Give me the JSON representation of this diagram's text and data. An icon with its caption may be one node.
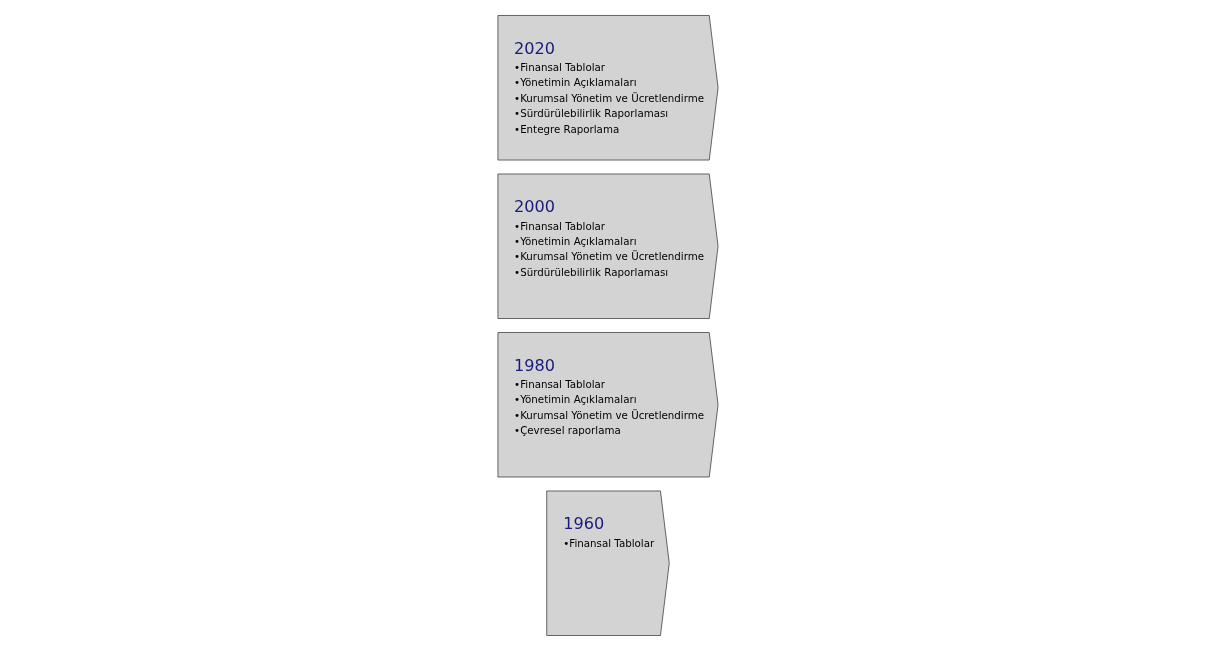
{
  "diagram": {
    "nodes": [
      {
        "text": [
          "1960",
          "•Finansal Tablolar"
        ]
      },
      {
        "text": [
          "1980",
          "•Finansal Tablolar",
          "•Yönetimin Açıklamaları",
          "•Kurumsal Yönetim ve Ücretlendirme",
          "•Çevresel raporlama"
        ]
      },
      {
        "text": [
          "2000",
          "•Finansal Tablolar",
          "•Yönetimin Açıklamaları",
          "•Kurumsal Yönetim ve Ücretlendirme",
          "•Sürdürülebilirlik Raporlaması"
        ]
      },
      {
        "text": [
          "2020",
          "•Finansal Tablolar",
          "•Yönetimin Açıklamaları",
          "•Kurumsal Yönetim ve Ücretlendirme",
          "•Sürdürülebilirlik Raporlaması",
          "•Entegre Raporlama"
        ]
      }
    ],
    "edges": []
  }
}
